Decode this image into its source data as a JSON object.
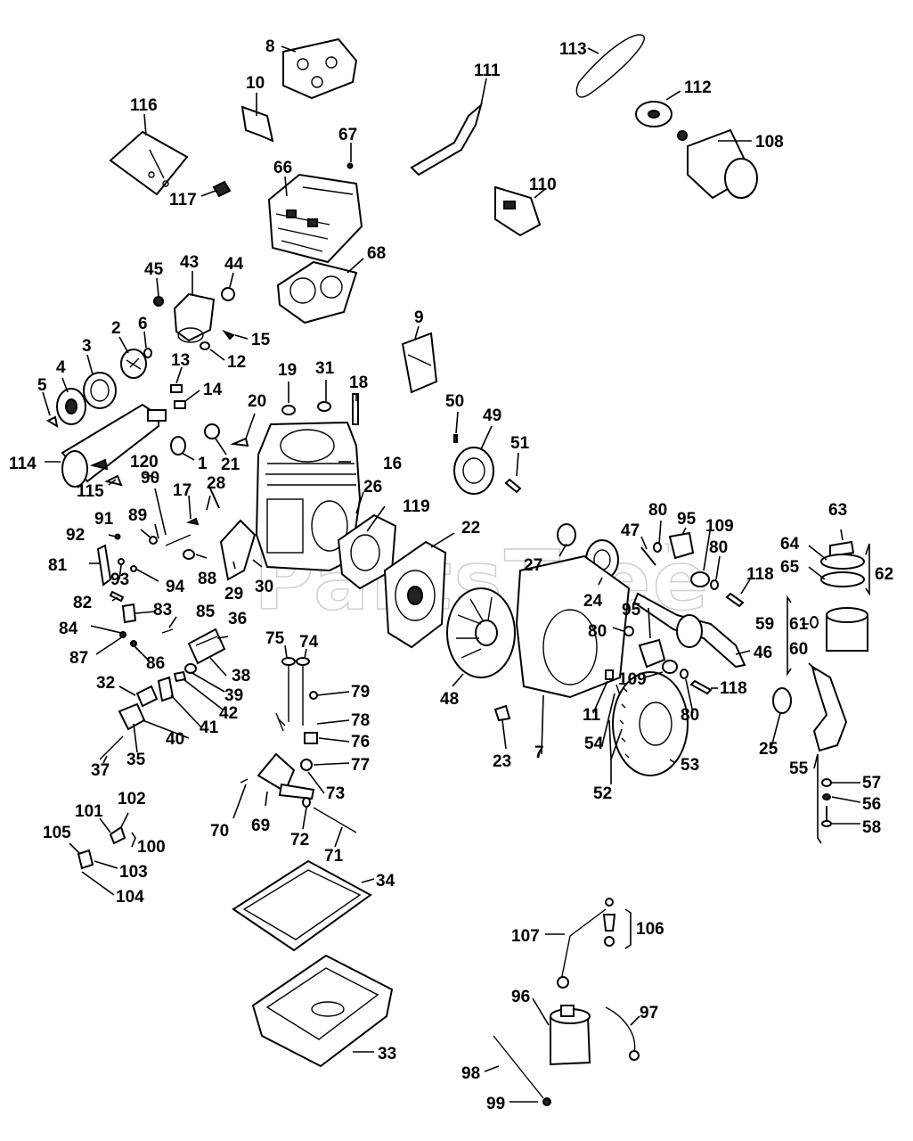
{
  "watermark": "PartsTree",
  "watermark_tm": "TM",
  "callouts": [
    {
      "id": "p8",
      "text": "8"
    },
    {
      "id": "p10",
      "text": "10"
    },
    {
      "id": "p116",
      "text": "116"
    },
    {
      "id": "p117",
      "text": "117"
    },
    {
      "id": "p67",
      "text": "67"
    },
    {
      "id": "p66",
      "text": "66"
    },
    {
      "id": "p68",
      "text": "68"
    },
    {
      "id": "p111",
      "text": "111"
    },
    {
      "id": "p113",
      "text": "113"
    },
    {
      "id": "p112",
      "text": "112"
    },
    {
      "id": "p108",
      "text": "108"
    },
    {
      "id": "p110",
      "text": "110"
    },
    {
      "id": "p45",
      "text": "45"
    },
    {
      "id": "p43",
      "text": "43"
    },
    {
      "id": "p44",
      "text": "44"
    },
    {
      "id": "p15",
      "text": "15"
    },
    {
      "id": "p12",
      "text": "12"
    },
    {
      "id": "p2",
      "text": "2"
    },
    {
      "id": "p6",
      "text": "6"
    },
    {
      "id": "p3",
      "text": "3"
    },
    {
      "id": "p4",
      "text": "4"
    },
    {
      "id": "p5",
      "text": "5"
    },
    {
      "id": "p13",
      "text": "13"
    },
    {
      "id": "p14",
      "text": "14"
    },
    {
      "id": "p9",
      "text": "9"
    },
    {
      "id": "p19",
      "text": "19"
    },
    {
      "id": "p31",
      "text": "31"
    },
    {
      "id": "p18",
      "text": "18"
    },
    {
      "id": "p20",
      "text": "20"
    },
    {
      "id": "p21",
      "text": "21"
    },
    {
      "id": "p1",
      "text": "1"
    },
    {
      "id": "p16",
      "text": "16"
    },
    {
      "id": "p114",
      "text": "114"
    },
    {
      "id": "p120",
      "text": "120"
    },
    {
      "id": "p115",
      "text": "115"
    },
    {
      "id": "p90",
      "text": "90"
    },
    {
      "id": "p17",
      "text": "17"
    },
    {
      "id": "p28",
      "text": "28"
    },
    {
      "id": "p26",
      "text": "26"
    },
    {
      "id": "p119",
      "text": "119"
    },
    {
      "id": "p50",
      "text": "50"
    },
    {
      "id": "p49",
      "text": "49"
    },
    {
      "id": "p51",
      "text": "51"
    },
    {
      "id": "p22",
      "text": "22"
    },
    {
      "id": "p91",
      "text": "91"
    },
    {
      "id": "p89",
      "text": "89"
    },
    {
      "id": "p92",
      "text": "92"
    },
    {
      "id": "p81",
      "text": "81"
    },
    {
      "id": "p93",
      "text": "93"
    },
    {
      "id": "p94",
      "text": "94"
    },
    {
      "id": "p88",
      "text": "88"
    },
    {
      "id": "p29",
      "text": "29"
    },
    {
      "id": "p30",
      "text": "30"
    },
    {
      "id": "p27",
      "text": "27"
    },
    {
      "id": "p24",
      "text": "24"
    },
    {
      "id": "p47",
      "text": "47"
    },
    {
      "id": "p80a",
      "text": "80"
    },
    {
      "id": "p95a",
      "text": "95"
    },
    {
      "id": "p109a",
      "text": "109"
    },
    {
      "id": "p80b",
      "text": "80"
    },
    {
      "id": "p118a",
      "text": "118"
    },
    {
      "id": "p63",
      "text": "63"
    },
    {
      "id": "p64",
      "text": "64"
    },
    {
      "id": "p65",
      "text": "65"
    },
    {
      "id": "p62",
      "text": "62"
    },
    {
      "id": "p82",
      "text": "82"
    },
    {
      "id": "p83",
      "text": "83"
    },
    {
      "id": "p84",
      "text": "84"
    },
    {
      "id": "p85",
      "text": "85"
    },
    {
      "id": "p36",
      "text": "36"
    },
    {
      "id": "p87",
      "text": "87"
    },
    {
      "id": "p86",
      "text": "86"
    },
    {
      "id": "p38",
      "text": "38"
    },
    {
      "id": "p75",
      "text": "75"
    },
    {
      "id": "p74",
      "text": "74"
    },
    {
      "id": "p48",
      "text": "48"
    },
    {
      "id": "p80c",
      "text": "80"
    },
    {
      "id": "p95b",
      "text": "95"
    },
    {
      "id": "p46",
      "text": "46"
    },
    {
      "id": "p59",
      "text": "59"
    },
    {
      "id": "p61",
      "text": "61"
    },
    {
      "id": "p60",
      "text": "60"
    },
    {
      "id": "p32",
      "text": "32"
    },
    {
      "id": "p39",
      "text": "39"
    },
    {
      "id": "p42",
      "text": "42"
    },
    {
      "id": "p41",
      "text": "41"
    },
    {
      "id": "p79",
      "text": "79"
    },
    {
      "id": "p78",
      "text": "78"
    },
    {
      "id": "p76",
      "text": "76"
    },
    {
      "id": "p77",
      "text": "77"
    },
    {
      "id": "p109b",
      "text": "109"
    },
    {
      "id": "p11",
      "text": "11"
    },
    {
      "id": "p80d",
      "text": "80"
    },
    {
      "id": "p118b",
      "text": "118"
    },
    {
      "id": "p40",
      "text": "40"
    },
    {
      "id": "p37",
      "text": "37"
    },
    {
      "id": "p35",
      "text": "35"
    },
    {
      "id": "p23",
      "text": "23"
    },
    {
      "id": "p7",
      "text": "7"
    },
    {
      "id": "p54",
      "text": "54"
    },
    {
      "id": "p25",
      "text": "25"
    },
    {
      "id": "p55",
      "text": "55"
    },
    {
      "id": "p53",
      "text": "53"
    },
    {
      "id": "p73",
      "text": "73"
    },
    {
      "id": "p52",
      "text": "52"
    },
    {
      "id": "p57",
      "text": "57"
    },
    {
      "id": "p56",
      "text": "56"
    },
    {
      "id": "p58",
      "text": "58"
    },
    {
      "id": "p102",
      "text": "102"
    },
    {
      "id": "p101",
      "text": "101"
    },
    {
      "id": "p105",
      "text": "105"
    },
    {
      "id": "p100",
      "text": "100"
    },
    {
      "id": "p70",
      "text": "70"
    },
    {
      "id": "p69",
      "text": "69"
    },
    {
      "id": "p72",
      "text": "72"
    },
    {
      "id": "p71",
      "text": "71"
    },
    {
      "id": "p103",
      "text": "103"
    },
    {
      "id": "p104",
      "text": "104"
    },
    {
      "id": "p34",
      "text": "34"
    },
    {
      "id": "p106",
      "text": "106"
    },
    {
      "id": "p107",
      "text": "107"
    },
    {
      "id": "p96",
      "text": "96"
    },
    {
      "id": "p97",
      "text": "97"
    },
    {
      "id": "p33",
      "text": "33"
    },
    {
      "id": "p98",
      "text": "98"
    },
    {
      "id": "p99",
      "text": "99"
    }
  ]
}
